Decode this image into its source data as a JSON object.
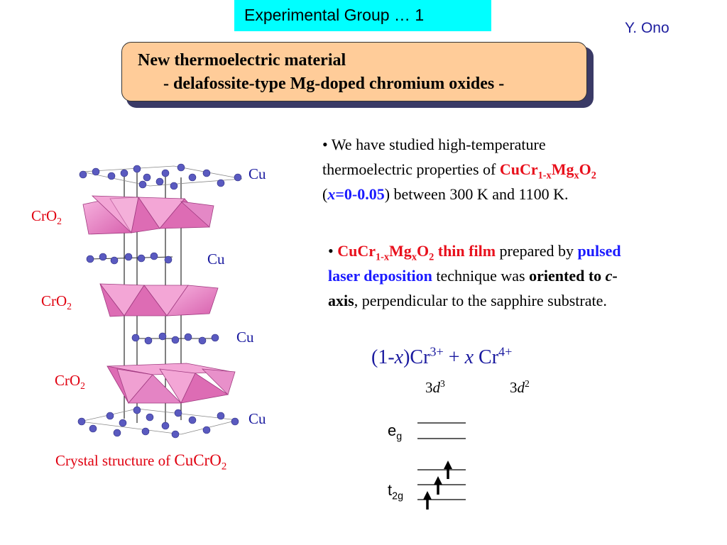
{
  "header": {
    "title": "Experimental Group  … 1",
    "author": "Y. Ono"
  },
  "title_box": {
    "line1": "New thermoelectric material",
    "line2": "- delafossite-type Mg-doped chromium oxides -"
  },
  "bullet1": {
    "lead": "• We have studied high-temperature",
    "pre": "thermoelectric properties of ",
    "formula": {
      "a": "CuCr",
      "sub_a": "1-x",
      "b": "Mg",
      "sub_b": "x",
      "c": "O",
      "sub_c": "2"
    },
    "range_open": "(",
    "range_x": "x",
    "range_val": "=0-0.05",
    "range_close": ")",
    "post": " between 300 K and 1100 K."
  },
  "bullet2": {
    "bullet": "• ",
    "formula": {
      "a": "CuCr",
      "sub_a": "1-x",
      "b": "Mg",
      "sub_b": "x",
      "c": "O",
      "sub_c": "2"
    },
    "film": " thin film",
    "t1": " prepared by ",
    "pld1": "pulsed",
    "pld2": "laser deposition",
    "t2": " technique was ",
    "oriented": "oriented to ",
    "c": "c",
    "axis1": "-",
    "axis2": "axis",
    "t3": ", perpendicular to the sapphire substrate."
  },
  "ions": {
    "open": "(1-",
    "x1": "x",
    "close": ")Cr",
    "charge1": "3+",
    "plus": " + ",
    "x2": "x",
    "cr": " Cr",
    "charge2": "4+",
    "config1": {
      "n": "3",
      "orb": "d",
      "sup": "3"
    },
    "config2": {
      "n": "3",
      "orb": "d",
      "sup": "2"
    }
  },
  "levels": {
    "eg": {
      "base": "e",
      "sub": "g"
    },
    "t2g": {
      "base": "t",
      "sub": "2g"
    }
  },
  "structure": {
    "layers": [
      {
        "label": "Cu"
      },
      {
        "label": "CrO",
        "sub": "2"
      },
      {
        "label": "Cu"
      },
      {
        "label": "CrO",
        "sub": "2"
      },
      {
        "label": "Cu"
      },
      {
        "label": "CrO",
        "sub": "2"
      },
      {
        "label": "Cu"
      }
    ],
    "caption": {
      "pre": "Crystal structure of ",
      "formula": "CuCrO",
      "sub": "2"
    }
  },
  "colors": {
    "header_bg": "#00ffff",
    "title_bg": "#ffcc99",
    "atom": "#5a5ac0",
    "octahedron": "#e878c0",
    "red": "#e8101c",
    "blue": "#1a1aff",
    "navy": "#1a1a9f"
  }
}
